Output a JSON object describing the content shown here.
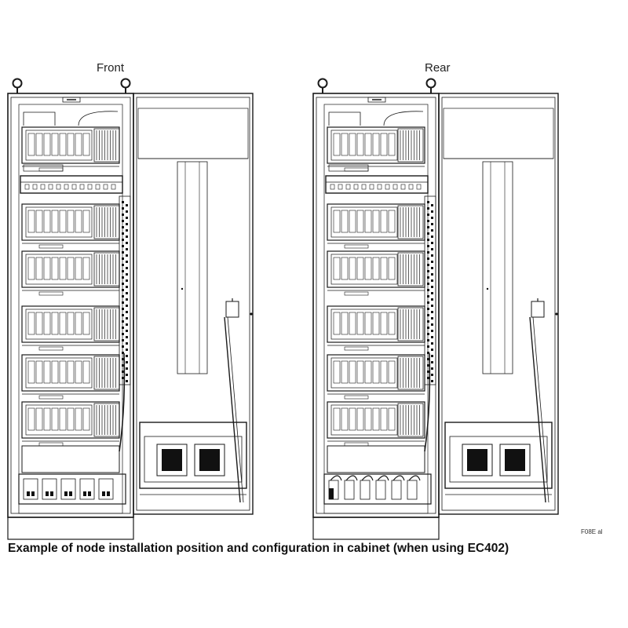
{
  "views": {
    "front_label": "Front",
    "rear_label": "Rear"
  },
  "figure_id": "F08E al",
  "caption": "Example of node installation position and configuration in cabinet (when using EC402)",
  "colors": {
    "line": "#1a1a1a",
    "fill_dark": "#111111",
    "background": "#ffffff"
  }
}
